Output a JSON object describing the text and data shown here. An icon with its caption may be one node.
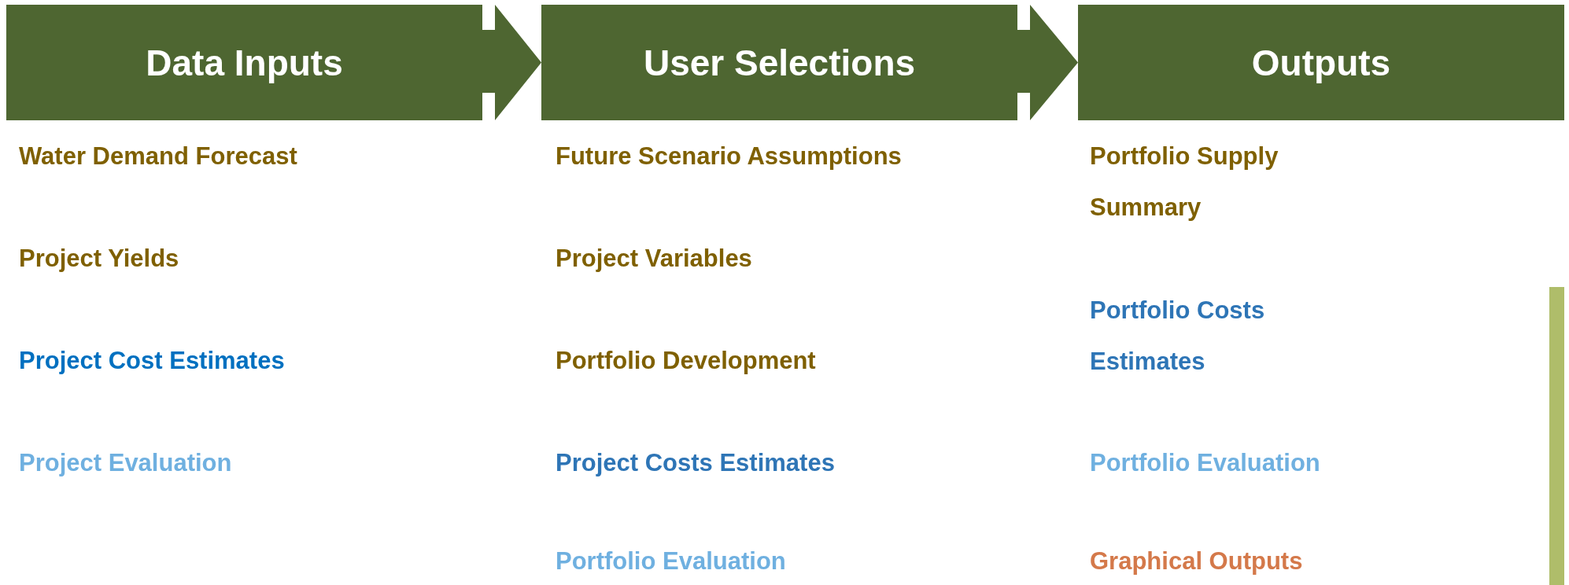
{
  "diagram": {
    "nodes": [
      {
        "text": [
          "Data Inputs"
        ]
      },
      {
        "text": [
          "User Selections"
        ]
      },
      {
        "text": [
          "Outputs"
        ]
      },
      {
        "text": [],
        "shape": "bar"
      }
    ],
    "edges": [
      {
        "from": 0,
        "to": 1,
        "arrow": "to"
      },
      {
        "from": 1,
        "to": 2,
        "arrow": "to"
      }
    ],
    "labels": [
      "Water Demand Forecast",
      "Project Yields",
      "Project Cost Estimates",
      "Project Evaluation",
      "Future Scenario Assumptions",
      "Project Variables",
      "Portfolio Development",
      "Project Costs Estimates",
      "Portfolio Evaluation",
      "Portfolio Supply Summary",
      "Portfolio Costs Estimates",
      "Portfolio Evaluation",
      "Graphical Outputs"
    ]
  }
}
